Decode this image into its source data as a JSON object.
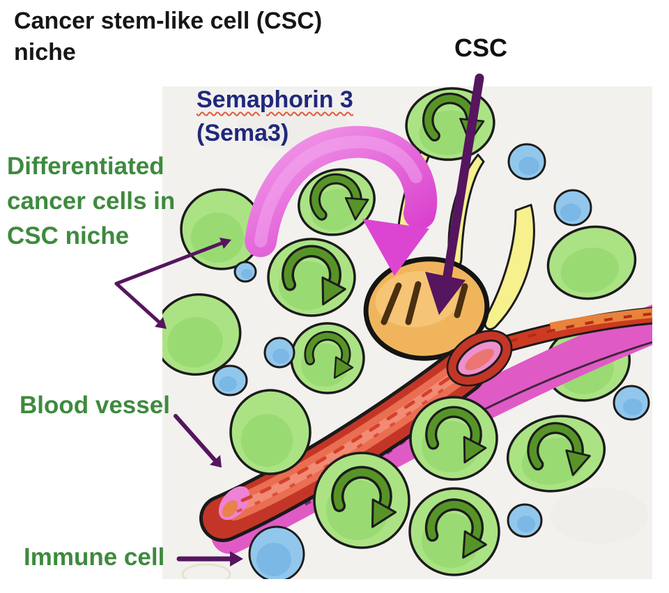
{
  "title": {
    "line1": "Cancer stem-like cell (CSC)",
    "line2": "niche"
  },
  "annotations": {
    "csc": "CSC",
    "semaphorin": {
      "line1": "Semaphorin 3",
      "line2": "(Sema3)"
    },
    "differentiated": {
      "line1": "Differentiated",
      "line2": "cancer cells in",
      "line3": "CSC niche"
    },
    "blood_vessel": "Blood vessel",
    "immune_cell": "Immune cell"
  },
  "colors": {
    "title_text": "#161616",
    "semaphorin_text": "#20287b",
    "semaphorin_underline": "#e05a3a",
    "green_label_text": "#3e8a3e",
    "annotation_arrow_purple": "#56155f",
    "sema3_arrow_magenta": "#dc45d1",
    "differentiated_cell_green": "#abe384",
    "recycle_arrow_green": "#579428",
    "immune_cell_blue": "#92c7ec",
    "csc_cell_orange": "#f0b55c",
    "csc_hatch_brown": "#4a2f10",
    "vessel_wall_red": "#c33627",
    "vessel_lumen_orange": "#ea6e52",
    "vessel_pink_band": "#e05ac6",
    "stroma_yellow": "#f6f08d",
    "scan_background": "#f2f1ee"
  }
}
